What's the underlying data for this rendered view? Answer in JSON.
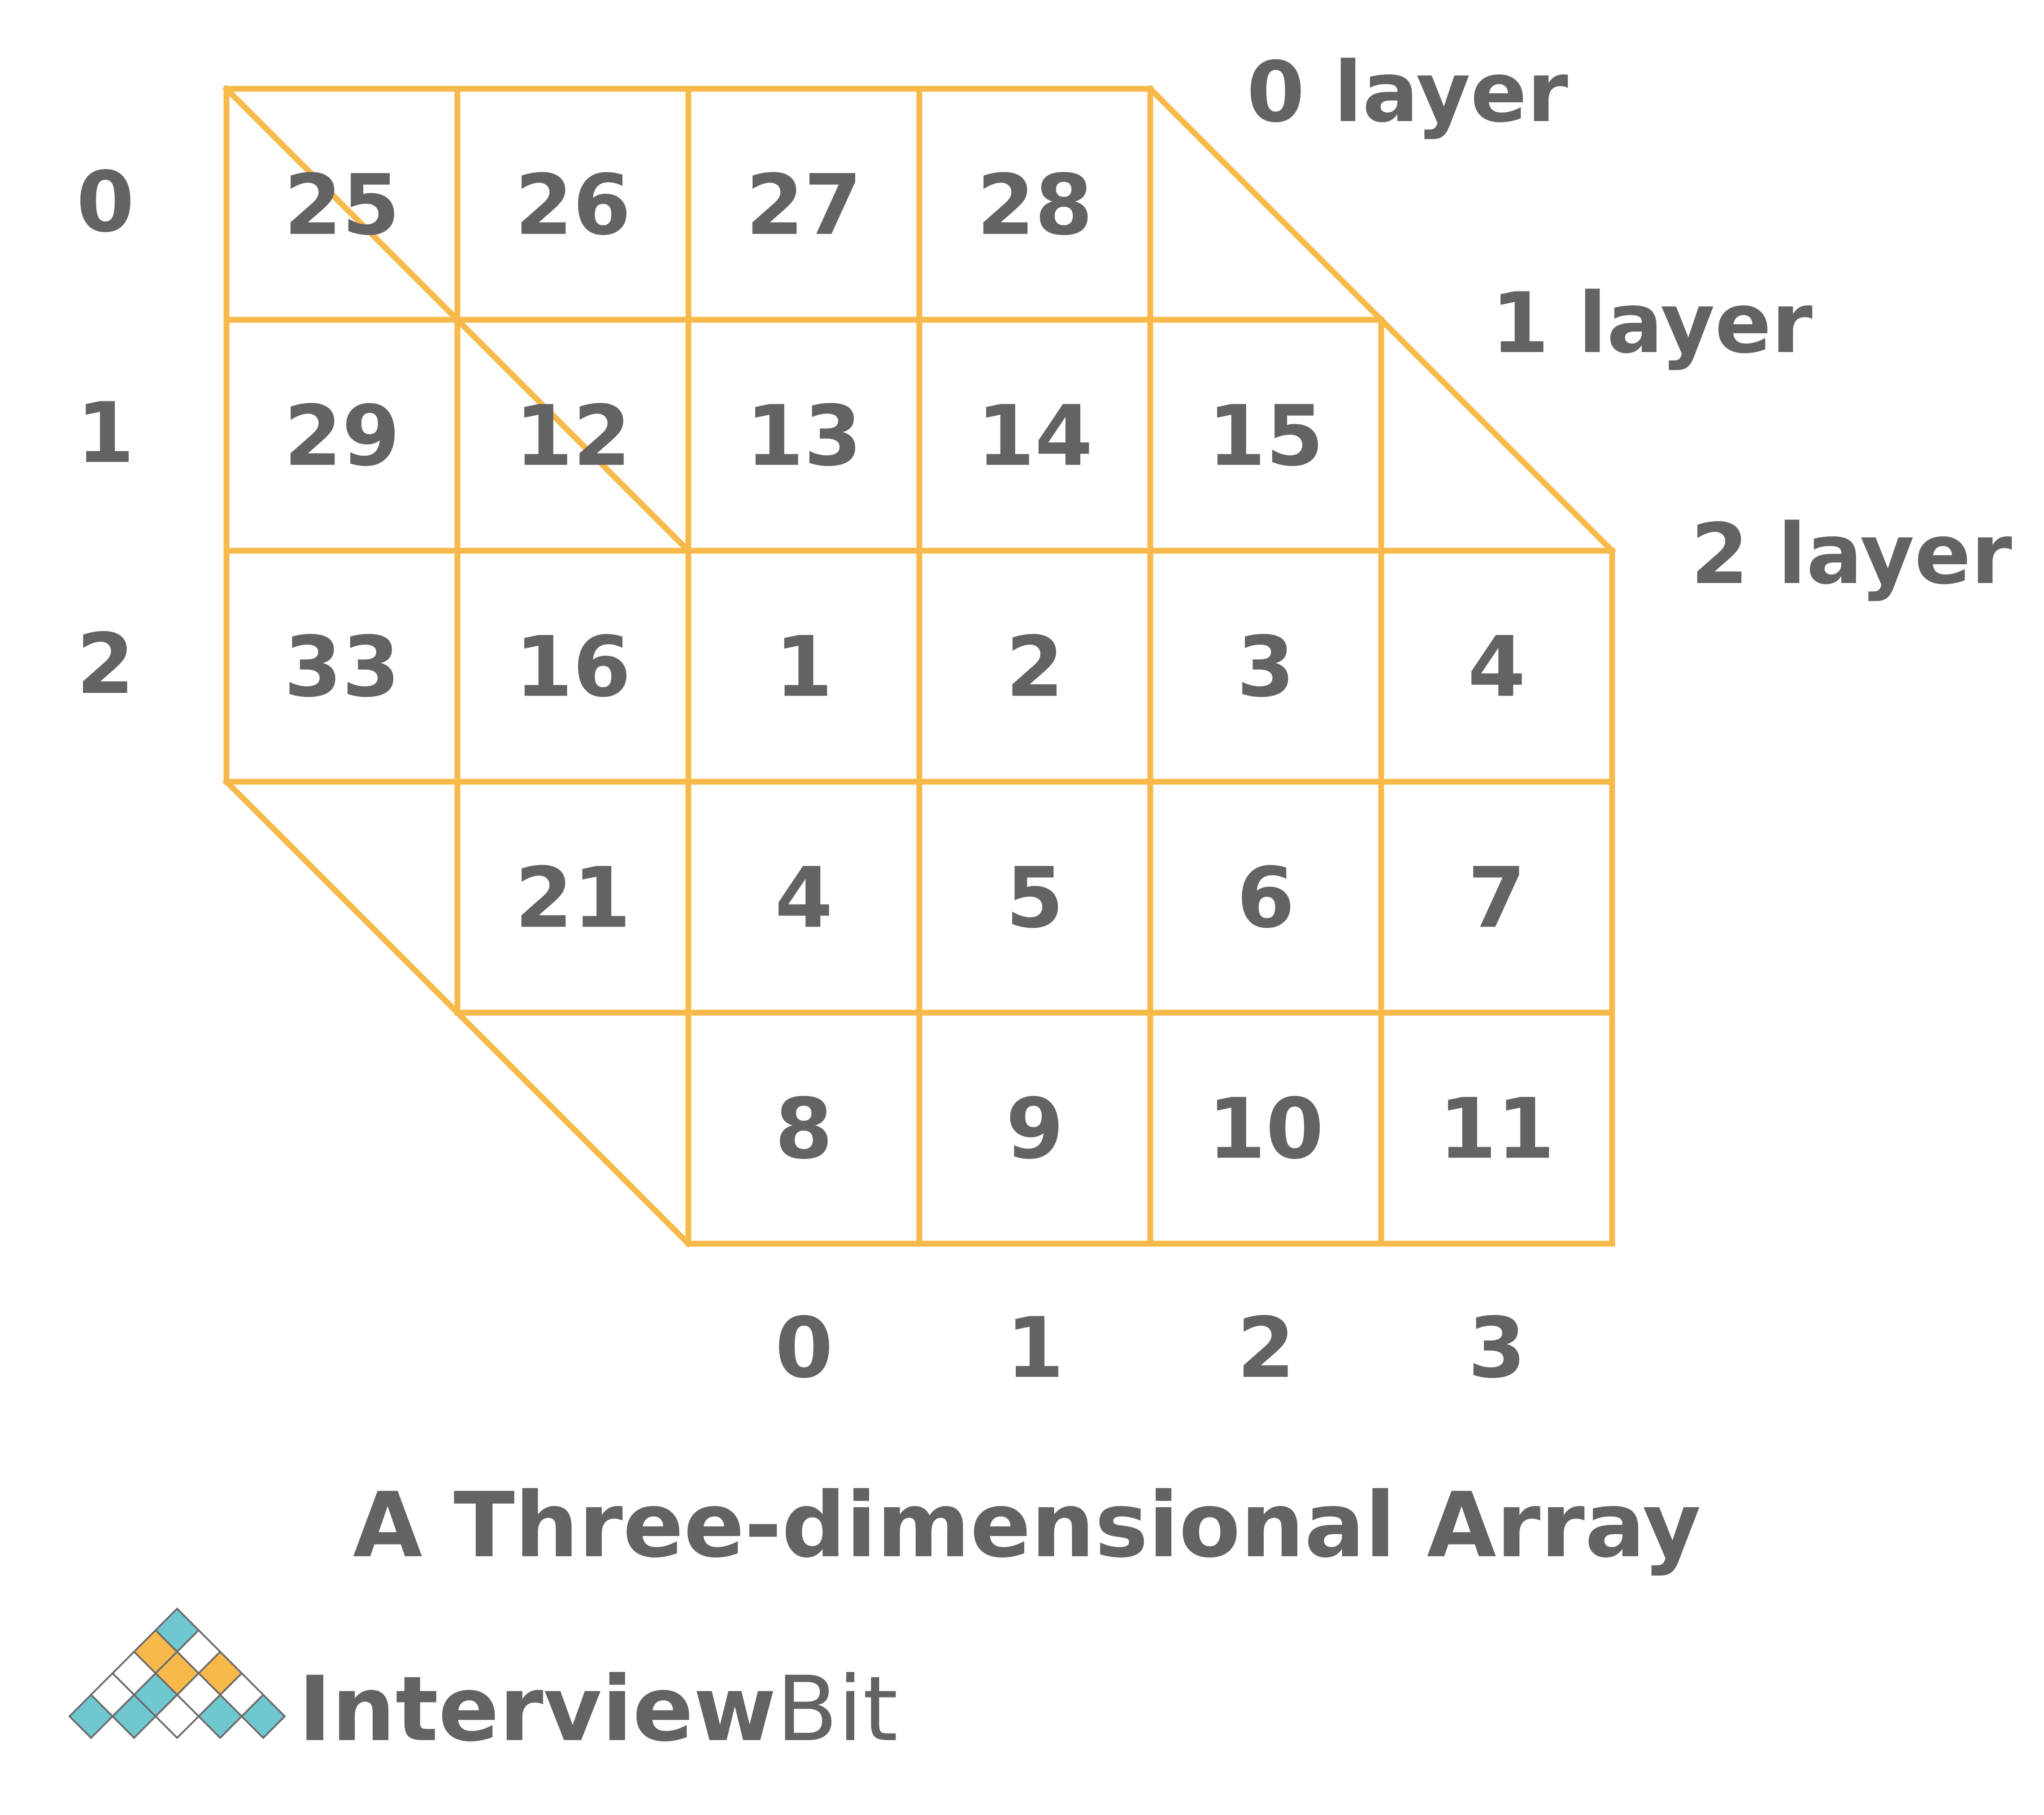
{
  "colors": {
    "grid": "#F8B94B",
    "text": "#636363",
    "logo_teal": "#6FC7D0",
    "logo_orange": "#F8B94B",
    "logo_outline": "#6B6B6B"
  },
  "layers": [
    {
      "label": "0 layer",
      "values": [
        [
          25,
          26,
          27,
          28
        ],
        [
          29,
          null,
          null,
          null
        ],
        [
          33,
          null,
          null,
          null
        ]
      ]
    },
    {
      "label": "1 layer",
      "values": [
        [
          12,
          13,
          14,
          15
        ],
        [
          16,
          null,
          null,
          null
        ],
        [
          21,
          null,
          null,
          null
        ]
      ]
    },
    {
      "label": "2 layer",
      "values": [
        [
          1,
          2,
          3,
          4
        ],
        [
          4,
          5,
          6,
          7
        ],
        [
          8,
          9,
          10,
          11
        ]
      ]
    }
  ],
  "row_indices": [
    "0",
    "1",
    "2"
  ],
  "column_indices": [
    "0",
    "1",
    "2",
    "3"
  ],
  "title": "A Three-dimensional Array",
  "brand": {
    "strong": "Interview",
    "light": "Bit",
    "logo_icon": "diamond-grid-logo-icon"
  }
}
